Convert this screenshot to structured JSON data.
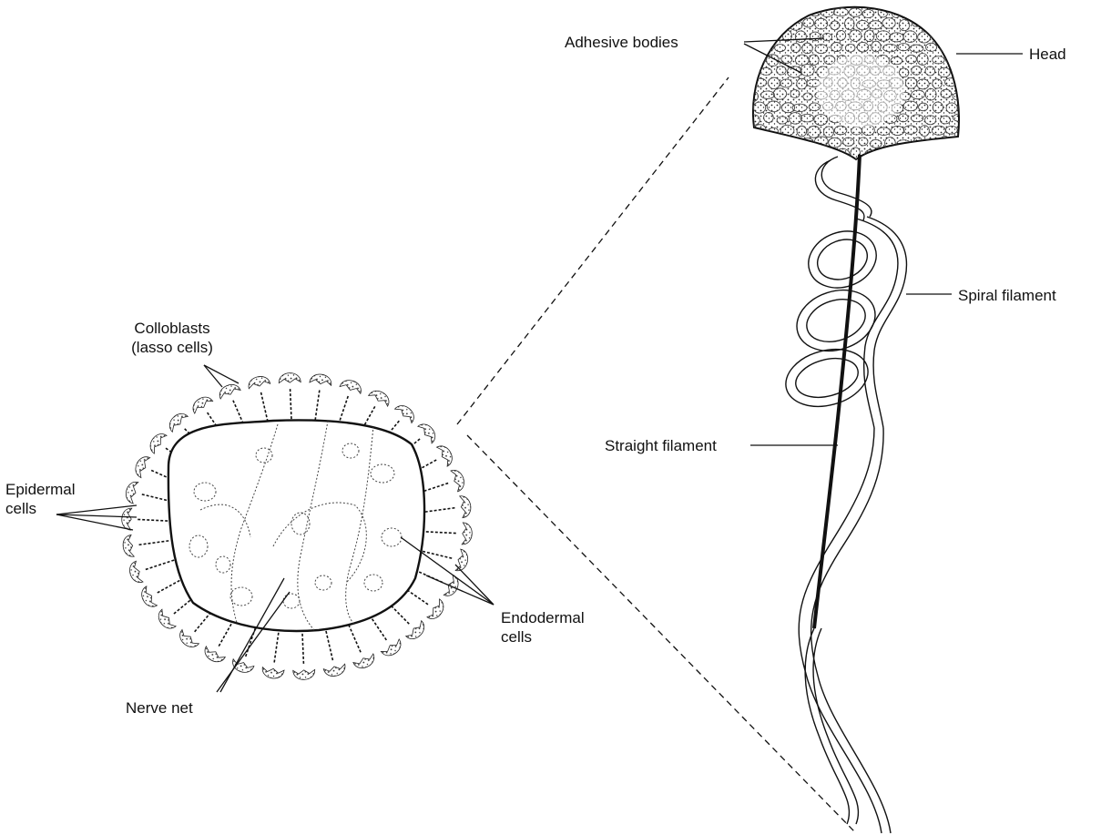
{
  "diagram": {
    "labels": {
      "adhesive_bodies": "Adhesive bodies",
      "head": "Head",
      "spiral_filament": "Spiral filament",
      "straight_filament": "Straight filament",
      "colloblasts_line1": "Colloblasts",
      "colloblasts_line2": "(lasso cells)",
      "epidermal_line1": "Epidermal",
      "epidermal_line2": "cells",
      "endodermal_line1": "Endodermal",
      "endodermal_line2": "cells",
      "nerve_net": "Nerve net"
    },
    "colors": {
      "ink": "#111111",
      "stipple": "#3a3a3a",
      "background": "#ffffff"
    }
  }
}
